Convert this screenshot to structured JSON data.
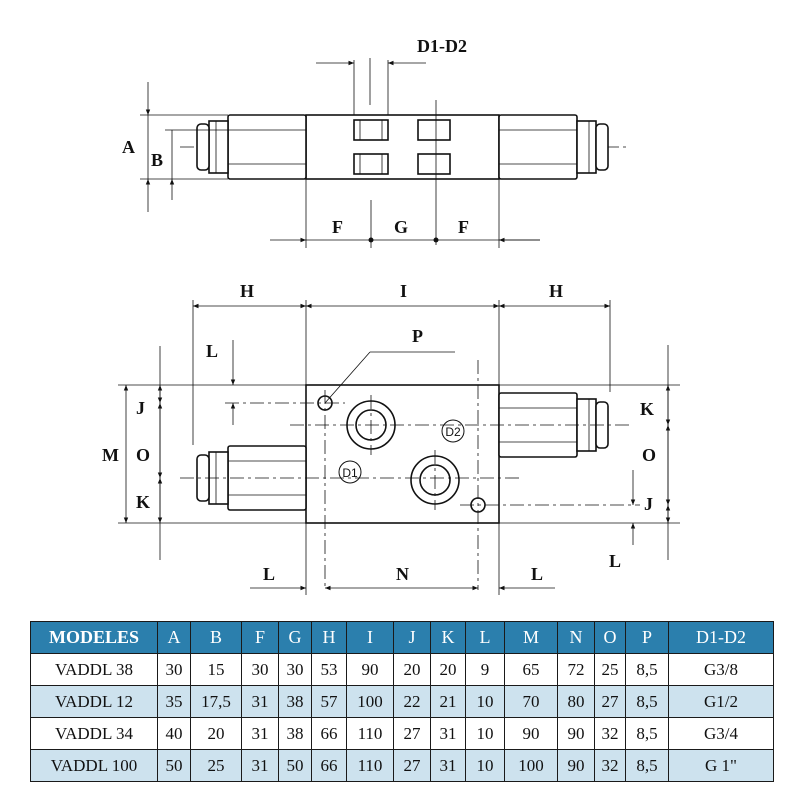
{
  "drawing": {
    "top_view": {
      "dims": {
        "d1d2": "D1-D2",
        "a": "A",
        "b": "B",
        "f_left": "F",
        "g": "G",
        "f_right": "F"
      }
    },
    "front_view": {
      "dims": {
        "h_left": "H",
        "i": "I",
        "h_right": "H",
        "p": "P",
        "l_top": "L",
        "j_left": "J",
        "m": "M",
        "o_left": "O",
        "k_left": "K",
        "k_right": "K",
        "o_right": "O",
        "j_right": "J",
        "l_right": "L",
        "l_bottom_left": "L",
        "n": "N",
        "l_bottom_right": "L"
      },
      "ports": {
        "d1": "D1",
        "d2": "D2"
      }
    }
  },
  "table": {
    "headers": [
      "MODELES",
      "A",
      "B",
      "F",
      "G",
      "H",
      "I",
      "J",
      "K",
      "L",
      "M",
      "N",
      "O",
      "P",
      "D1-D2"
    ],
    "rows": [
      [
        "VADDL 38",
        "30",
        "15",
        "30",
        "30",
        "53",
        "90",
        "20",
        "20",
        "9",
        "65",
        "72",
        "25",
        "8,5",
        "G3/8"
      ],
      [
        "VADDL 12",
        "35",
        "17,5",
        "31",
        "38",
        "57",
        "100",
        "22",
        "21",
        "10",
        "70",
        "80",
        "27",
        "8,5",
        "G1/2"
      ],
      [
        "VADDL 34",
        "40",
        "20",
        "31",
        "38",
        "66",
        "110",
        "27",
        "31",
        "10",
        "90",
        "90",
        "32",
        "8,5",
        "G3/4"
      ],
      [
        "VADDL 100",
        "50",
        "25",
        "31",
        "50",
        "66",
        "110",
        "27",
        "31",
        "10",
        "100",
        "90",
        "32",
        "8,5",
        "G 1\""
      ]
    ],
    "header_color": "#2b7fad",
    "alt_row_color": "#cde2ee"
  }
}
